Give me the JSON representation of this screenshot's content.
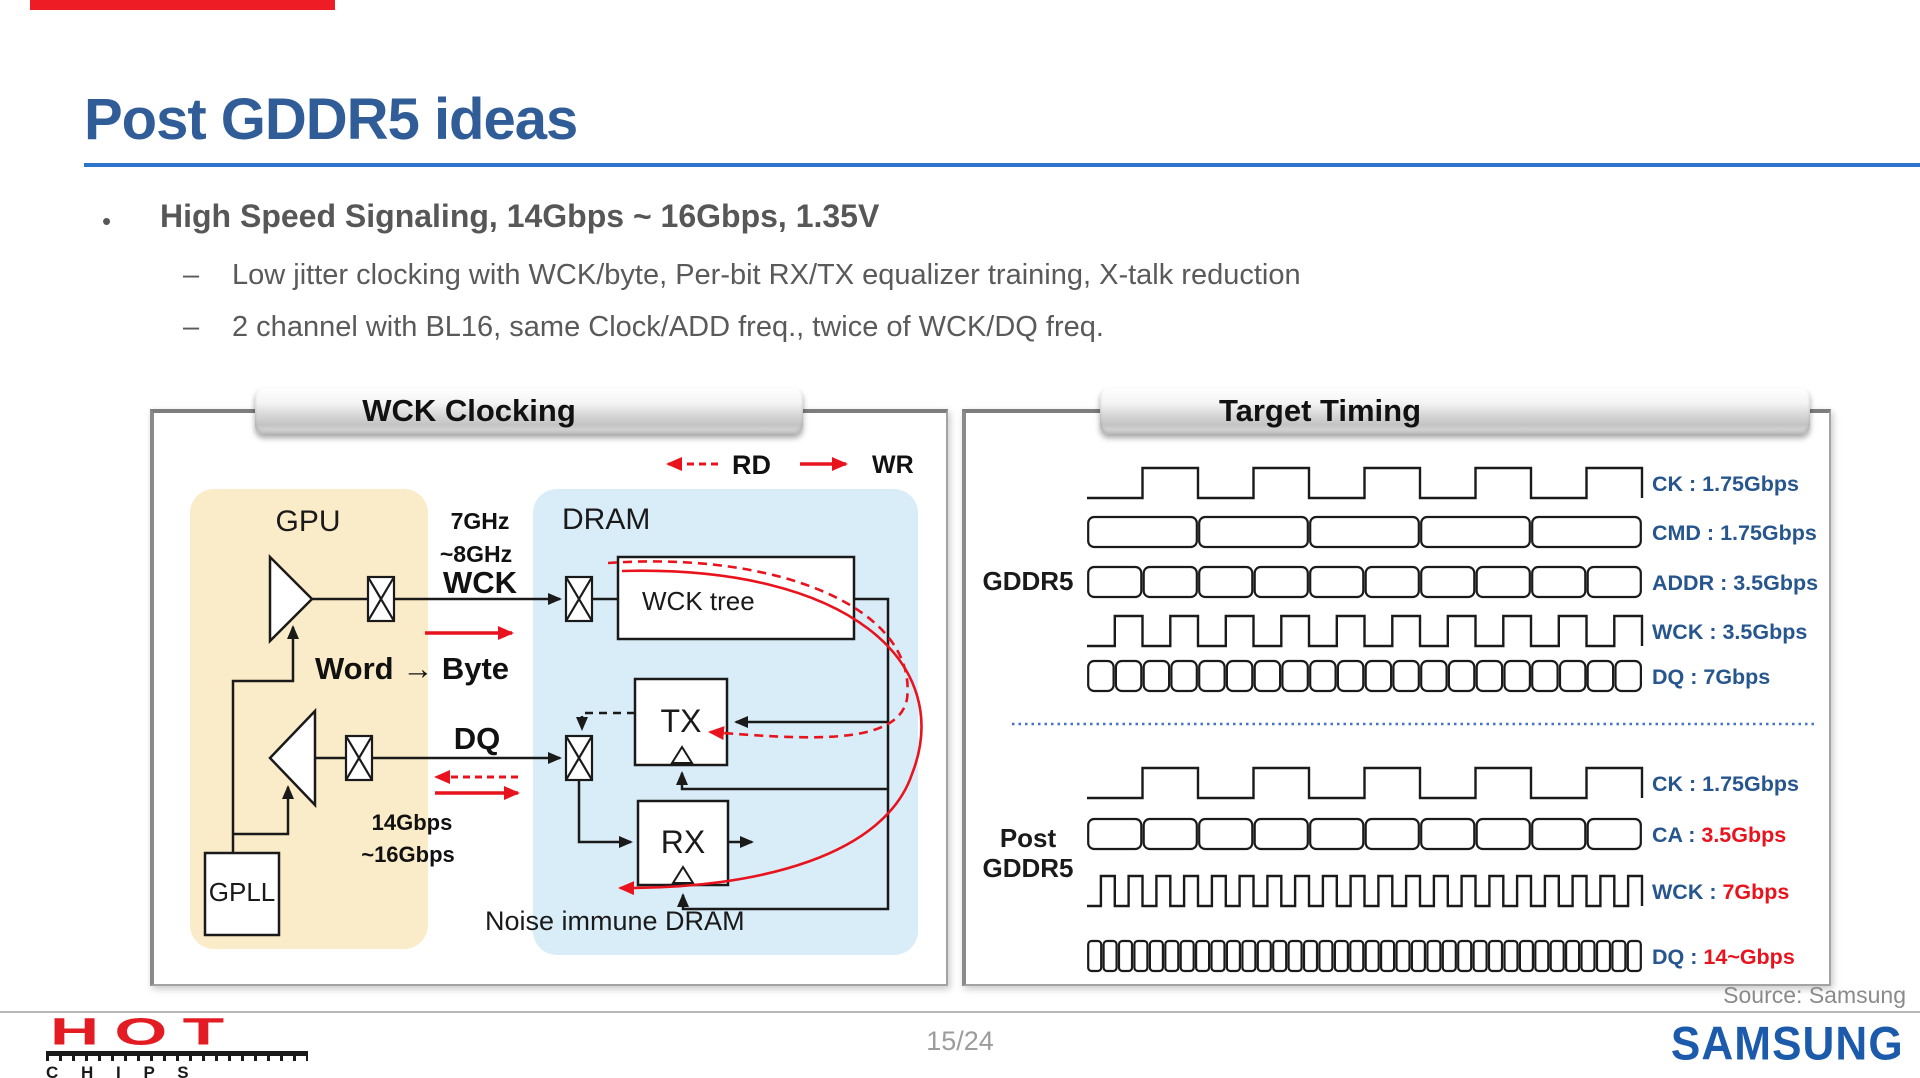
{
  "slide": {
    "title": "Post GDDR5 ideas",
    "bullet": "High Speed Signaling, 14Gbps ~ 16Gbps, 1.35V",
    "bullet_marker": "•",
    "sub_marker": "–",
    "sub_bullets": [
      "Low jitter clocking with WCK/byte, Per-bit RX/TX equalizer training, X-talk reduction",
      "2 channel with BL16, same Clock/ADD freq., twice of WCK/DQ freq."
    ],
    "source": "Source: Samsung",
    "page": "15/24",
    "brand": "SAMSUNG",
    "footer_logo": {
      "line1": "HOT",
      "line2": "C H I P S"
    }
  },
  "wck_panel": {
    "header": "WCK Clocking",
    "legend": {
      "rd": "RD",
      "wr": "WR"
    },
    "gpu_label": "GPU",
    "dram_label": "DRAM",
    "labels": {
      "freq1": "7GHz",
      "freq2": "~8GHz",
      "wck": "WCK",
      "word_byte": "Word → Byte",
      "dq": "DQ",
      "rate1": "14Gbps",
      "rate2": "~16Gbps",
      "gpll": "GPLL",
      "wck_tree": "WCK tree",
      "tx": "TX",
      "rx": "RX",
      "noise": "Noise immune DRAM"
    }
  },
  "timing_panel": {
    "header": "Target Timing",
    "groups": [
      {
        "name": "GDDR5",
        "name_lines": [
          "GDDR5"
        ],
        "rows": [
          {
            "signal": "CK",
            "rate": "1.75Gbps",
            "type": "clock",
            "cycles": 5,
            "rate_red": false
          },
          {
            "signal": "CMD",
            "rate": "1.75Gbps",
            "type": "data",
            "cells": 5,
            "rate_red": false
          },
          {
            "signal": "ADDR",
            "rate": "3.5Gbps",
            "type": "data",
            "cells": 10,
            "rate_red": false
          },
          {
            "signal": "WCK",
            "rate": "3.5Gbps",
            "type": "clock",
            "cycles": 10,
            "rate_red": false
          },
          {
            "signal": "DQ",
            "rate": "7Gbps",
            "type": "data",
            "cells": 20,
            "rate_red": false
          }
        ]
      },
      {
        "name": "Post GDDR5",
        "name_lines": [
          "Post",
          "GDDR5"
        ],
        "rows": [
          {
            "signal": "CK",
            "rate": "1.75Gbps",
            "type": "clock",
            "cycles": 5,
            "rate_red": false
          },
          {
            "signal": "CA",
            "rate": "3.5Gbps",
            "type": "data",
            "cells": 10,
            "rate_red": true
          },
          {
            "signal": "WCK",
            "rate": "7Gbps",
            "type": "clock",
            "cycles": 20,
            "rate_red": true
          },
          {
            "signal": "DQ",
            "rate": "14~Gbps",
            "type": "data",
            "cells": 36,
            "rate_red": true
          }
        ]
      }
    ]
  },
  "colors": {
    "title_blue": "#305D97",
    "rule_blue": "#2E74CC",
    "body_gray": "#575757",
    "label_navy": "#27568F",
    "highlight_red": "#E8131D",
    "samsung_blue": "#1C5BAB",
    "hotchips_red": "#E31B23",
    "gpu_fill": "#FAECC8",
    "dram_fill": "#D9EDF8",
    "divider_blue": "#4472C4"
  }
}
